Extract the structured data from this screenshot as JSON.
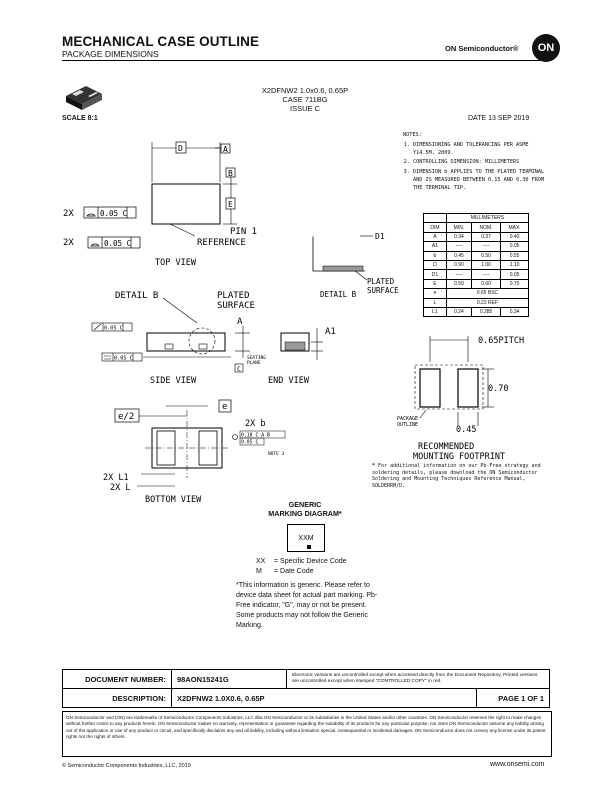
{
  "header": {
    "title": "MECHANICAL CASE OUTLINE",
    "subtitle": "PACKAGE DIMENSIONS",
    "brand": "ON Semiconductor®",
    "logo_text": "ON"
  },
  "package": {
    "name": "X2DFNW2 1.0x0.6, 0.65P",
    "case": "CASE 711BG",
    "issue": "ISSUE C",
    "scale": "SCALE 8:1",
    "date": "DATE 13 SEP 2019"
  },
  "notes": {
    "heading": "NOTES:",
    "items": [
      "DIMENSIONING AND TOLERANCING PER ASME Y14.5M, 2009.",
      "CONTROLLING DIMENSION: MILLIMETERS",
      "DIMENSION b APPLIES TO THE PLATED TERMINAL AND IS MEASURED BETWEEN 0.15 AND 0.30 FROM THE TERMINAL TIP."
    ]
  },
  "dim_table": {
    "group": "MILLIMETERS",
    "headers": [
      "DIM",
      "MIN.",
      "NOM.",
      "MAX."
    ],
    "rows": [
      [
        "A",
        "0.34",
        "0.37",
        "0.40"
      ],
      [
        "A1",
        "----",
        "----",
        "0.05"
      ],
      [
        "b",
        "0.45",
        "0.50",
        "0.55"
      ],
      [
        "D",
        "0.90",
        "1.00",
        "1.10"
      ],
      [
        "D1",
        "----",
        "----",
        "0.05"
      ],
      [
        "E",
        "0.50",
        "0.60",
        "0.70"
      ],
      [
        "e",
        "0.65 BSC",
        "",
        ""
      ],
      [
        "L",
        "0.22 REF",
        "",
        ""
      ],
      [
        "L1",
        "0.24",
        "0.285",
        "0.34"
      ]
    ]
  },
  "views": {
    "top": "TOP VIEW",
    "side": "SIDE VIEW",
    "end": "END VIEW",
    "bottom": "BOTTOM VIEW",
    "detail_b": "DETAIL B",
    "plated_surface_1": "PLATED",
    "plated_surface_2": "SURFACE",
    "pin1_1": "PIN 1",
    "pin1_2": "REFERENCE",
    "seating_1": "SEATING",
    "seating_2": "PLANE",
    "note3": "NOTE 3",
    "two_x": "2X",
    "two_x_b": "2X b",
    "two_x_l1": "2X L1",
    "two_x_l": "2X L",
    "fcf_005c": "0.05 C",
    "fcf_010cab": "0.10 C A B",
    "fcf_005c_b": "0.05 C",
    "lbl_d": "D",
    "lbl_a": "A",
    "lbl_b": "B",
    "lbl_e_upper": "E",
    "lbl_d1": "D1",
    "lbl_a1": "A1",
    "lbl_c": "C",
    "lbl_e_half": "e/2",
    "lbl_e": "e"
  },
  "footprint": {
    "pitch": "0.65PITCH",
    "dim_height": "0.70",
    "dim_width": "0.45",
    "outline_1": "PACKAGE",
    "outline_2": "OUTLINE",
    "title_1": "RECOMMENDED",
    "title_2": "MOUNTING FOOTPRINT"
  },
  "footnote": "For additional information on our Pb-Free strategy and soldering details, please download the ON Semiconductor Soldering and Mounting Techniques Reference Manual, SOLDERRM/D.",
  "marking": {
    "title_1": "GENERIC",
    "title_2": "MARKING DIAGRAM*",
    "code": "XXM",
    "legend": [
      [
        "XX",
        "= Specific Device Code"
      ],
      [
        "M",
        "= Date Code"
      ]
    ],
    "note": "*This information is generic. Please refer to device data sheet for actual part marking. Pb-Free indicator, \"G\", may or not be present. Some products may not follow the Generic Marking."
  },
  "docinfo": {
    "doc_number_label": "DOCUMENT NUMBER:",
    "doc_number": "98AON15241G",
    "description_label": "DESCRIPTION:",
    "description": "X2DFNW2 1.0X0.6, 0.65P",
    "page": "PAGE 1 OF 1",
    "electronic_note": "Electronic versions are uncontrolled except when accessed directly from the Document Repository. Printed versions are uncontrolled except when stamped \"CONTROLLED COPY\" in red."
  },
  "legal": "ON Semiconductor and (ON) are trademarks of Semiconductor Components Industries, LLC dba ON Semiconductor or its subsidiaries in the United States and/or other countries. ON Semiconductor reserves the right to make changes without further notice to any products herein. ON Semiconductor makes no warranty, representation or guarantee regarding the suitability of its products for any particular purpose, nor does ON Semiconductor assume any liability arising out of the application or use of any product or circuit, and specifically disclaims any and all liability, including without limitation special, consequential or incidental damages. ON Semiconductor does not convey any license under its patent rights nor the rights of others.",
  "footer": {
    "copyright": "©  Semiconductor Components Industries, LLC, 2019",
    "url": "www.onsemi.com"
  }
}
